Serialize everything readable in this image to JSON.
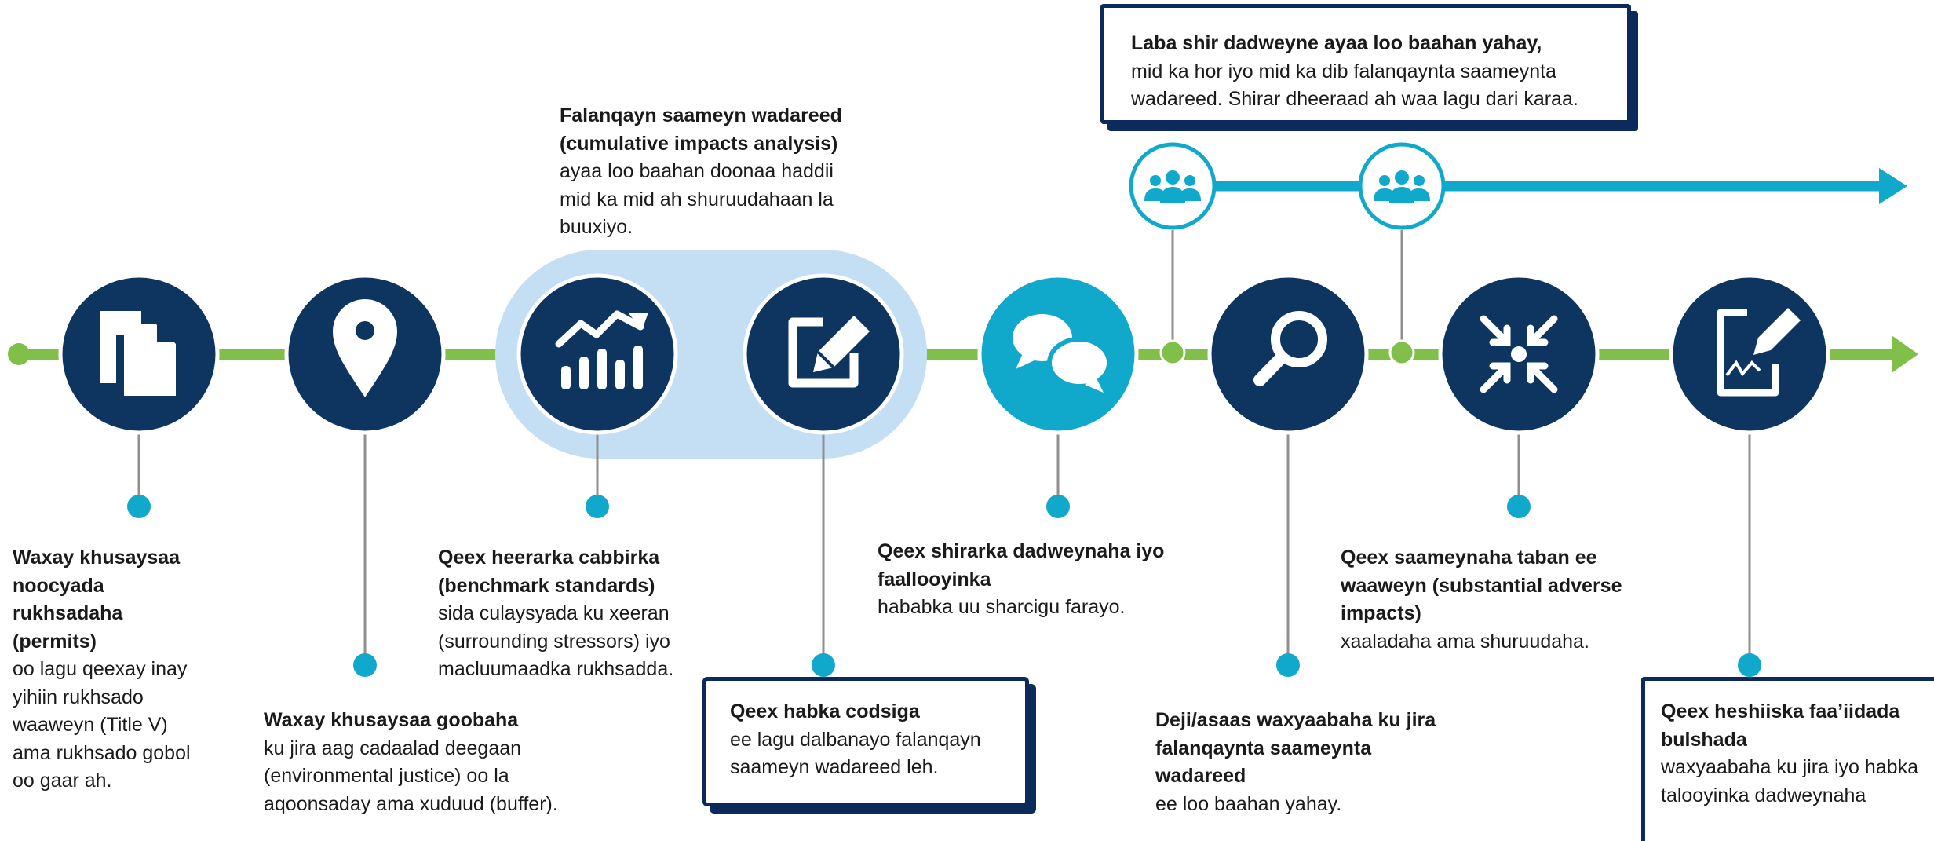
{
  "colors": {
    "navy": "#0d3560",
    "teal": "#10a9cc",
    "green": "#7fbf4a",
    "highlight": "#c4def4",
    "connector": "#8f8f8f",
    "box_border": "#0d2a5c"
  },
  "steps": [
    {
      "icon": "copy-documents-icon",
      "title": "Waxay khusaysaa noocyada rukhsadaha (permits)",
      "body": "oo lagu qeexay inay yihiin rukhsado waaweyn (Title V) ama rukhsado gobol oo gaar ah."
    },
    {
      "icon": "map-pin-icon",
      "title": "Waxay khusaysaa goobaha",
      "body": "ku jira aag cadaalad deegaan (environmental justice) oo la aqoonsaday ama xuduud (buffer)."
    },
    {
      "icon": "chart-trend-icon",
      "title": "Qeex heerarka cabbirka (benchmark standards)",
      "body": "sida culaysyada ku xeeran (surrounding stressors) iyo macluumaadka rukhsadda."
    },
    {
      "icon": "edit-pencil-icon",
      "title": "Qeex habka codsiga",
      "body": "ee lagu dalbanayo falanqayn saameyn wadareed leh."
    },
    {
      "icon": "chat-bubbles-icon",
      "title": "Qeex shirarka dadweynaha iyo faallooyinka",
      "body": "hababka uu sharcigu farayo."
    },
    {
      "icon": "magnifier-icon",
      "title": "Deji/asaas waxyaabaha ku jira falanqaynta saameynta wadareed",
      "body": "ee loo baahan yahay."
    },
    {
      "icon": "converge-arrows-icon",
      "title": "Qeex saameynaha taban ee waaweyn (substantial adverse impacts)",
      "body": "xaaladaha ama shuruudaha."
    },
    {
      "icon": "signed-document-icon",
      "title": "Qeex heshiiska faa’iidada bulshada",
      "body": "waxyaabaha ku jira iyo habka talooyinka dadweynaha"
    }
  ],
  "cumulative_note": {
    "title": "Falanqayn saameyn wadareed (cumulative impacts analysis)",
    "body": "ayaa loo baahan doonaa haddii mid ka mid ah shuruudahaan la buuxiyo."
  },
  "meetings_note": {
    "title": "Laba shir dadweyne ayaa loo baahan yahay,",
    "body": "mid ka hor iyo mid ka dib falanqaynta saameynta wadareed. Shirar dheeraad ah waa lagu dari karaa."
  },
  "meeting_icons": [
    "people-group-icon",
    "people-group-icon"
  ]
}
